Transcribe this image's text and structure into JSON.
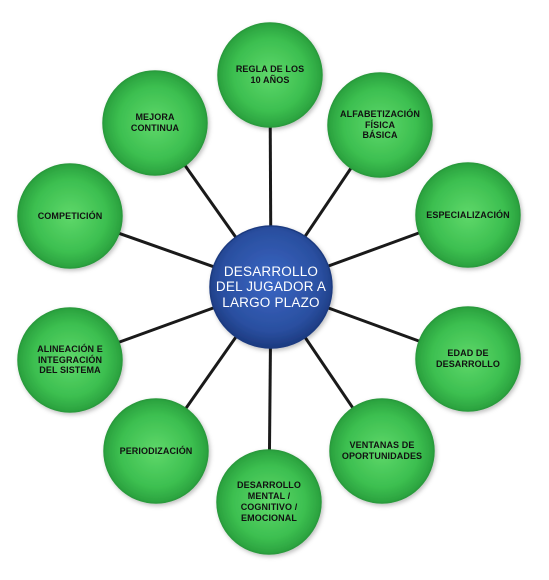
{
  "diagram": {
    "center": {
      "label": "DESARROLLO\nDEL JUGADOR A\nLARGO PLAZO"
    },
    "nodes": [
      {
        "id": "regla",
        "label": "REGLA DE LOS\n10 AÑOS"
      },
      {
        "id": "alfabetizacion",
        "label": "ALFABETIZACIÓN\nFÍSICA\nBÁSICA"
      },
      {
        "id": "especializacion",
        "label": "ESPECIALIZACIÓN"
      },
      {
        "id": "edad",
        "label": "EDAD DE\nDESARROLLO"
      },
      {
        "id": "ventanas",
        "label": "VENTANAS DE\nOPORTUNIDADES"
      },
      {
        "id": "mental",
        "label": "DESARROLLO\nMENTAL /\nCOGNITIVO /\nEMOCIONAL"
      },
      {
        "id": "periodizacion",
        "label": "PERIODIZACIÓN"
      },
      {
        "id": "alineacion",
        "label": "ALINEACIÓN E\nINTEGRACIÓN\nDEL SISTEMA"
      },
      {
        "id": "competicion",
        "label": "COMPETICIÓN"
      },
      {
        "id": "mejora",
        "label": "MEJORA\nCONTINUA"
      }
    ],
    "colors": {
      "node_fill": "#3cbf50",
      "node_border": "#2a9a3c",
      "center_fill": "#2a4fa0",
      "connector": "#1a1a1a"
    }
  }
}
